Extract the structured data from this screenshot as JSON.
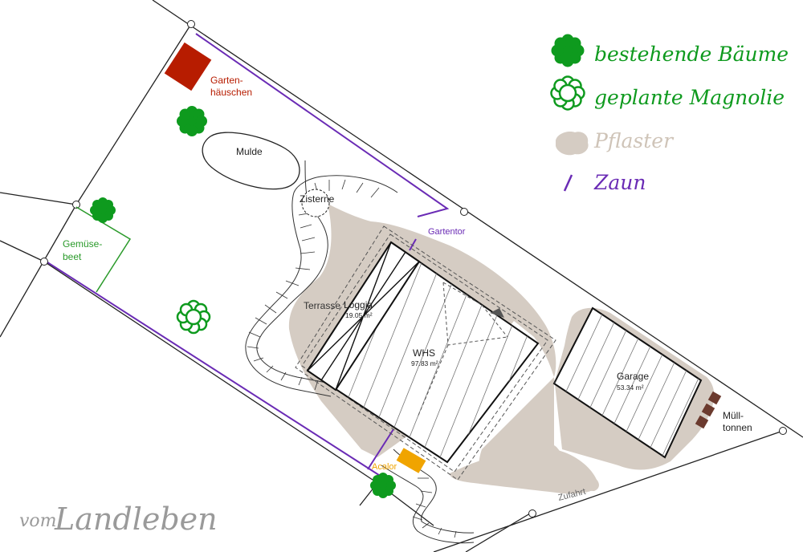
{
  "legend": {
    "existing_trees": "bestehende Bäume",
    "planned_magnolia": "geplante Magnolie",
    "paving": "Pflaster",
    "fence": "Zaun"
  },
  "labels": {
    "garden_shed_1": "Garten-",
    "garden_shed_2": "häuschen",
    "hollow": "Mulde",
    "cistern": "Zisterne",
    "vegetable_bed_1": "Gemüse-",
    "vegetable_bed_2": "beet",
    "garden_gate": "Gartentor",
    "terrace": "Terrasse",
    "loggia": "Loggia",
    "loggia_area": "19.05 m²",
    "house": "WHS",
    "house_area": "97.83 m²",
    "garage": "Garage",
    "garage_area": "53.34 m²",
    "bins_1": "Müll-",
    "bins_2": "tonnen",
    "acalor": "Acalor",
    "driveway": "Zufahrt"
  },
  "watermark": {
    "prefix": "vom",
    "name": "Landleben"
  },
  "colors": {
    "tree": "#0e9a1e",
    "fence": "#6a2bb5",
    "paving": "#d5ccc3",
    "shed": "#b71c00",
    "vegetable_bed": "#2a9a2a",
    "acalor": "#f0a400",
    "bins": "#6b3a2e"
  }
}
